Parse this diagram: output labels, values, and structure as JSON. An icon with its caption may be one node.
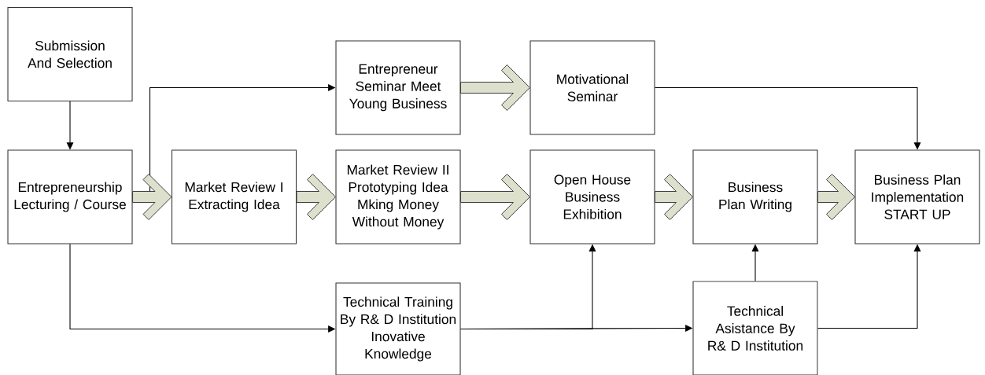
{
  "diagram": {
    "nodes": [
      {
        "text": [
          "Submission And Selection"
        ]
      },
      {
        "text": [
          "Entrepreneurship Lecturing / Course"
        ]
      },
      {
        "text": [
          "Entrepreneur Seminar Meet Young Business"
        ]
      },
      {
        "text": [
          "Market Review I Extracting Idea"
        ]
      },
      {
        "text": [
          "Market Review II Prototyping Idea Mking Money Without Money"
        ]
      },
      {
        "text": [
          "Motivational Seminar"
        ]
      },
      {
        "text": [
          "Technical Training By R& D Institution Inovative Knowledge"
        ]
      },
      {
        "text": [
          "Open House Business Exhibition"
        ]
      },
      {
        "text": [
          "Business Plan Writing"
        ]
      },
      {
        "text": [
          "Technical Asistance By R& D Institution"
        ]
      },
      {
        "text": [
          "Business Plan Implementation START UP"
        ]
      }
    ],
    "edges": [
      {
        "from": 0,
        "to": 1,
        "arrow": "to"
      },
      {
        "from": 1,
        "to": 2,
        "arrow": "to"
      },
      {
        "from": 1,
        "to": 3,
        "arrow": "to",
        "style": "thick",
        "color": "#dde0cc"
      },
      {
        "from": 3,
        "to": 4,
        "arrow": "to",
        "style": "thick",
        "color": "#dde0cc"
      },
      {
        "from": 2,
        "to": 5,
        "arrow": "to",
        "style": "thick",
        "color": "#dde0cc"
      },
      {
        "from": 4,
        "to": 7,
        "arrow": "to",
        "style": "thick",
        "color": "#dde0cc"
      },
      {
        "from": 7,
        "to": 8,
        "arrow": "to",
        "style": "thick",
        "color": "#dde0cc"
      },
      {
        "from": 8,
        "to": 10,
        "arrow": "to",
        "style": "thick",
        "color": "#dde0cc"
      },
      {
        "from": 5,
        "to": 10,
        "arrow": "to"
      },
      {
        "from": 1,
        "to": 6,
        "arrow": "to"
      },
      {
        "from": 6,
        "to": 7,
        "arrow": "to"
      },
      {
        "from": 6,
        "to": 9,
        "arrow": "to"
      },
      {
        "from": 9,
        "to": 8,
        "arrow": "to"
      },
      {
        "from": 9,
        "to": 10,
        "arrow": "to"
      }
    ]
  }
}
